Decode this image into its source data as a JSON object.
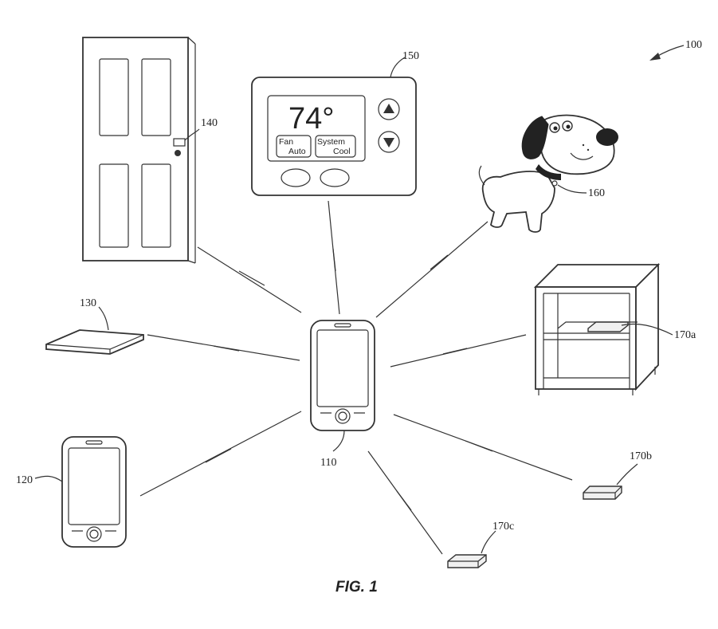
{
  "figure": {
    "caption": "FIG. 1",
    "system_ref": "100"
  },
  "references": {
    "hub_phone": "110",
    "remote_phone": "120",
    "pad": "130",
    "door_lock": "140",
    "thermostat": "150",
    "dog_collar": "160",
    "tag_shelf": "170a",
    "tag_floor_right": "170b",
    "tag_floor_bottom": "170c"
  },
  "thermostat_display": {
    "temperature": "74°",
    "fan_label": "Fan",
    "fan_value": "Auto",
    "system_label": "System",
    "system_value": "Cool"
  },
  "icons": {
    "up": "triangle-up-icon",
    "down": "triangle-down-icon"
  }
}
